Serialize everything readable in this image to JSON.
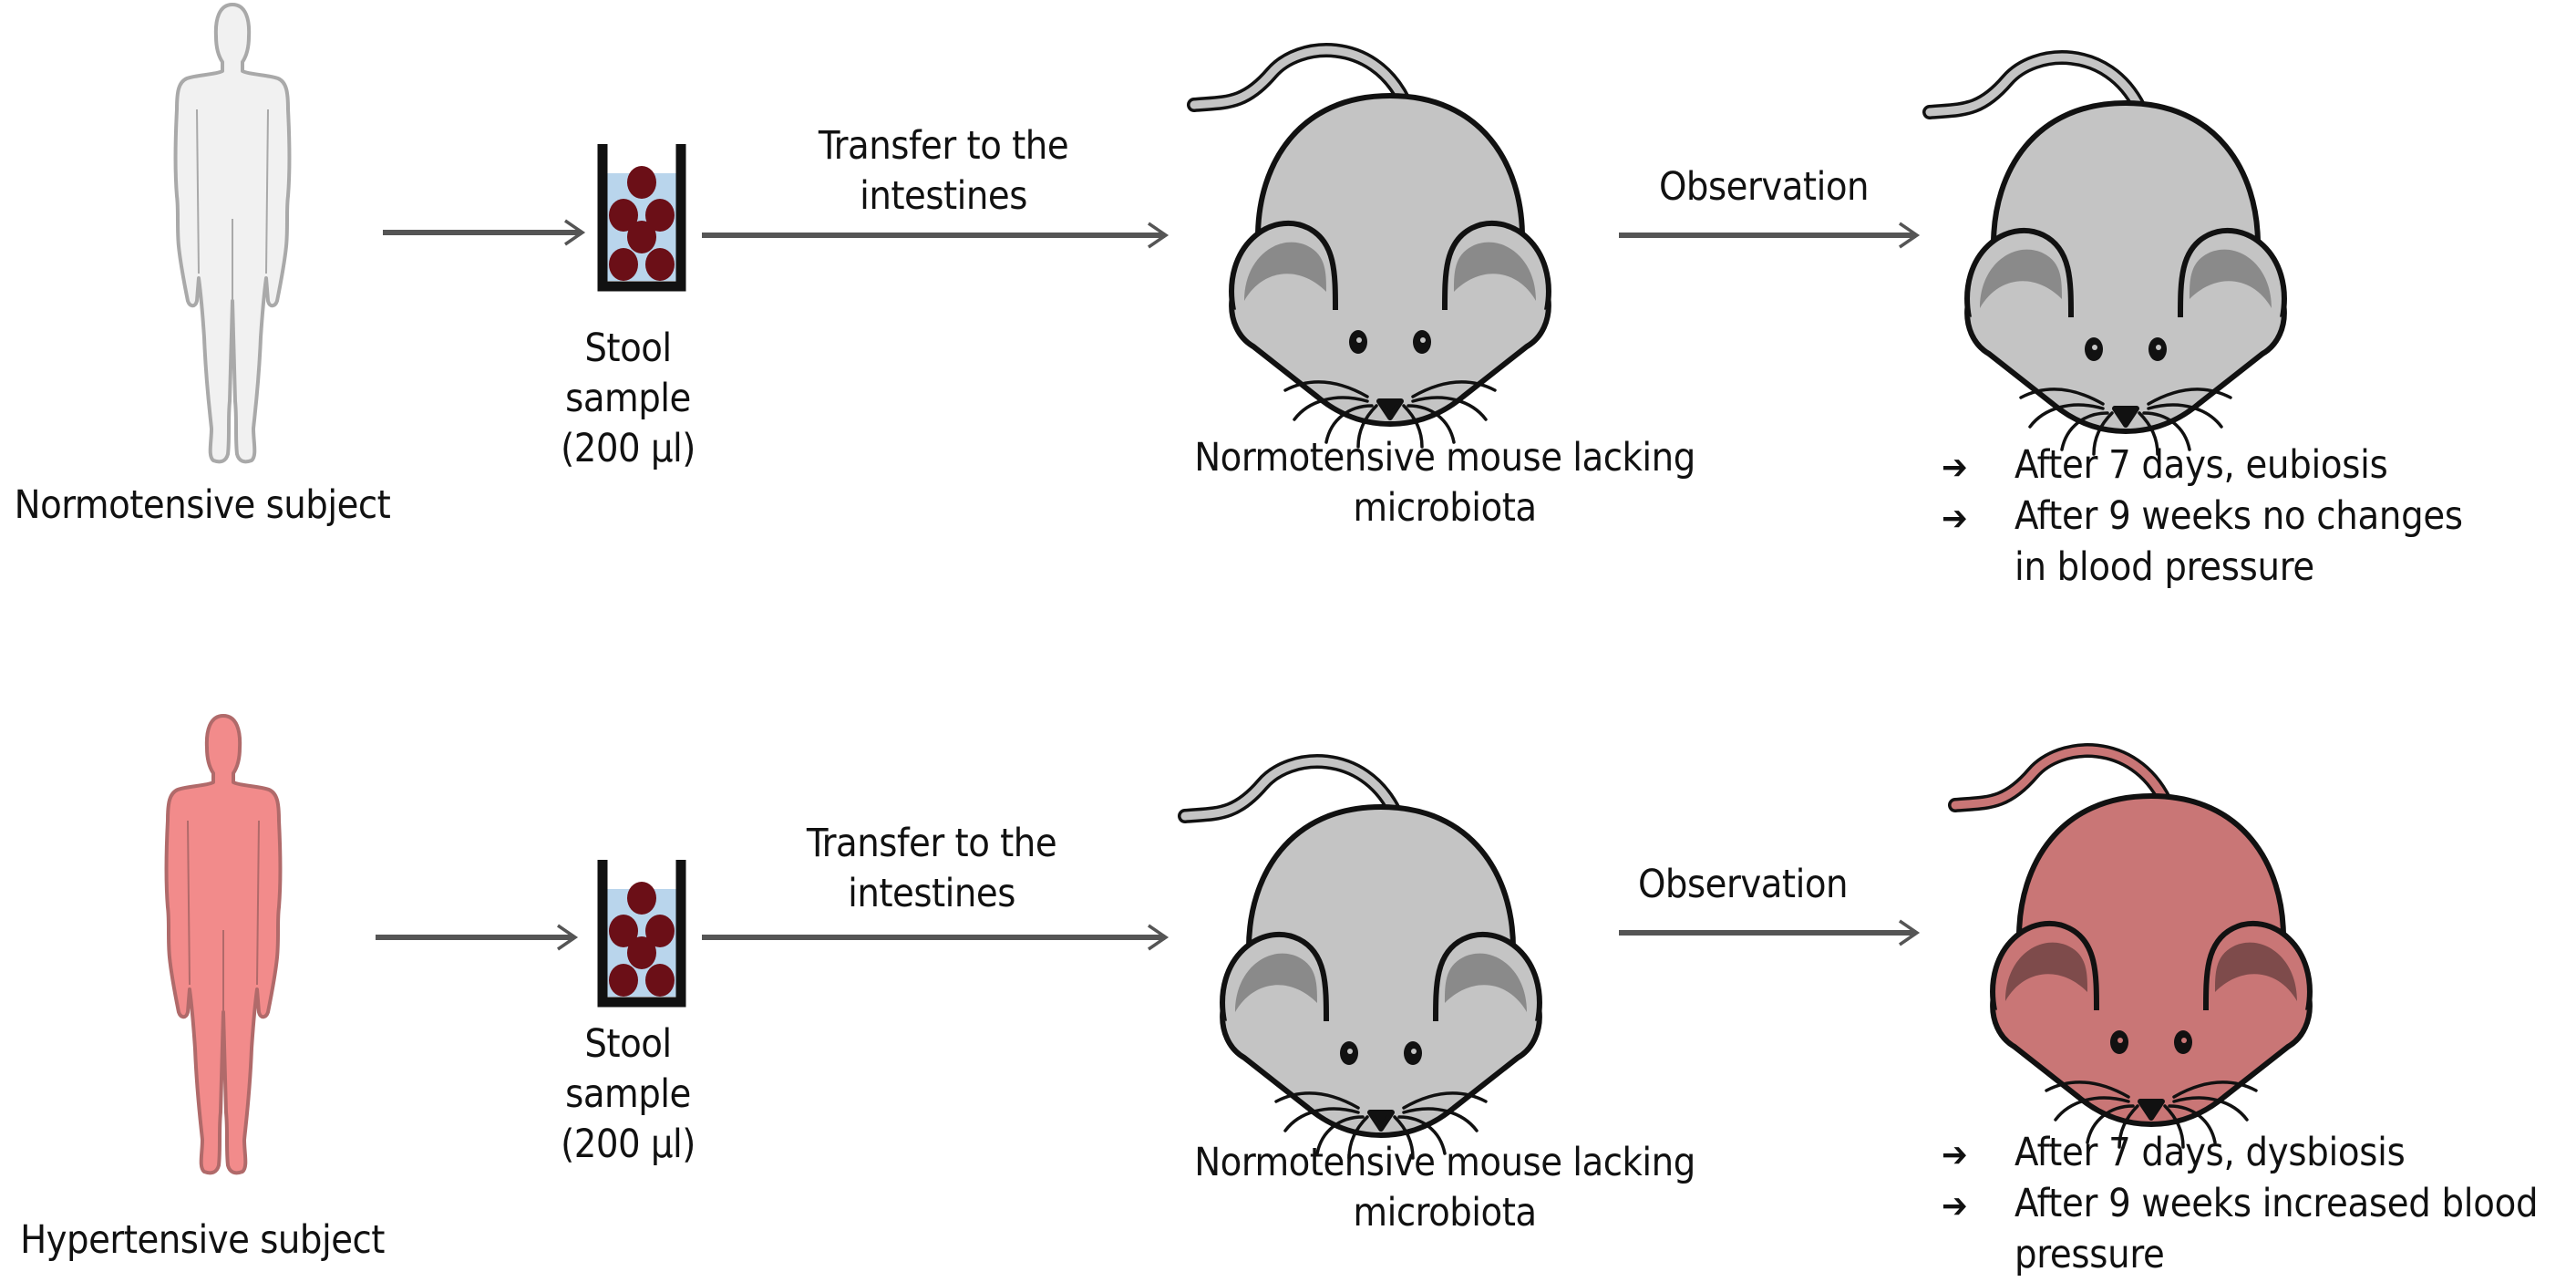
{
  "colors": {
    "normotensive_human_fill": "#f1f1f1",
    "normotensive_human_stroke": "#a9a9a9",
    "hypertensive_human_fill": "#f28b8b",
    "hypertensive_human_stroke": "#b06a6a",
    "mouse_gray_fill": "#c4c4c4",
    "mouse_gray_ear_inner": "#8a8a8a",
    "mouse_red_fill": "#c97676",
    "mouse_red_ear_inner": "#7e4b4b",
    "arrow": "#555555",
    "tube_liquid": "#b9d5ec",
    "stool": "#6b0f17"
  },
  "rows": [
    {
      "subject_label": "Normotensive subject",
      "sample_label": [
        "Stool",
        "sample",
        "(200 µl)"
      ],
      "transfer_label": [
        "Transfer to the",
        "intestines"
      ],
      "recipient_label": [
        "Normotensive mouse lacking",
        "microbiota"
      ],
      "observation_label": "Observation",
      "outcomes": [
        {
          "icon": "arrow-right-icon",
          "lines": [
            "After 7 days, eubiosis"
          ]
        },
        {
          "icon": "arrow-right-icon",
          "lines": [
            "After 9 weeks no changes",
            "in blood pressure"
          ]
        }
      ]
    },
    {
      "subject_label": "Hypertensive subject",
      "sample_label": [
        "Stool",
        "sample",
        "(200 µl)"
      ],
      "transfer_label": [
        "Transfer to the",
        "intestines"
      ],
      "recipient_label": [
        "Normotensive mouse lacking",
        "microbiota"
      ],
      "observation_label": "Observation",
      "outcomes": [
        {
          "icon": "arrow-right-icon",
          "lines": [
            "After 7 days, dysbiosis"
          ]
        },
        {
          "icon": "arrow-right-icon",
          "lines": [
            "After 9 weeks increased blood",
            "pressure"
          ]
        }
      ]
    }
  ]
}
